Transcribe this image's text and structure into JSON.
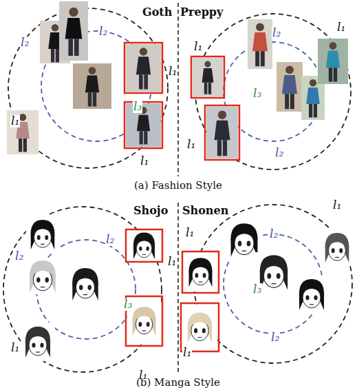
{
  "diagram": {
    "labels": [
      "Goth",
      "Preppy",
      "l₂",
      "l₂",
      "l₁",
      "l₃",
      "l₁",
      "l₁",
      "l₁",
      "l₂",
      "l₁",
      "l₃",
      "l₂",
      "l₁",
      "(a) Fashion Style",
      "Shojo",
      "Shonen",
      "l₁",
      "l₂",
      "l₂",
      "l₁",
      "l₁",
      "l₂",
      "l₃",
      "l₃",
      "l₁",
      "l₁",
      "l₂",
      "l₁",
      "(b) Manga Style"
    ]
  }
}
